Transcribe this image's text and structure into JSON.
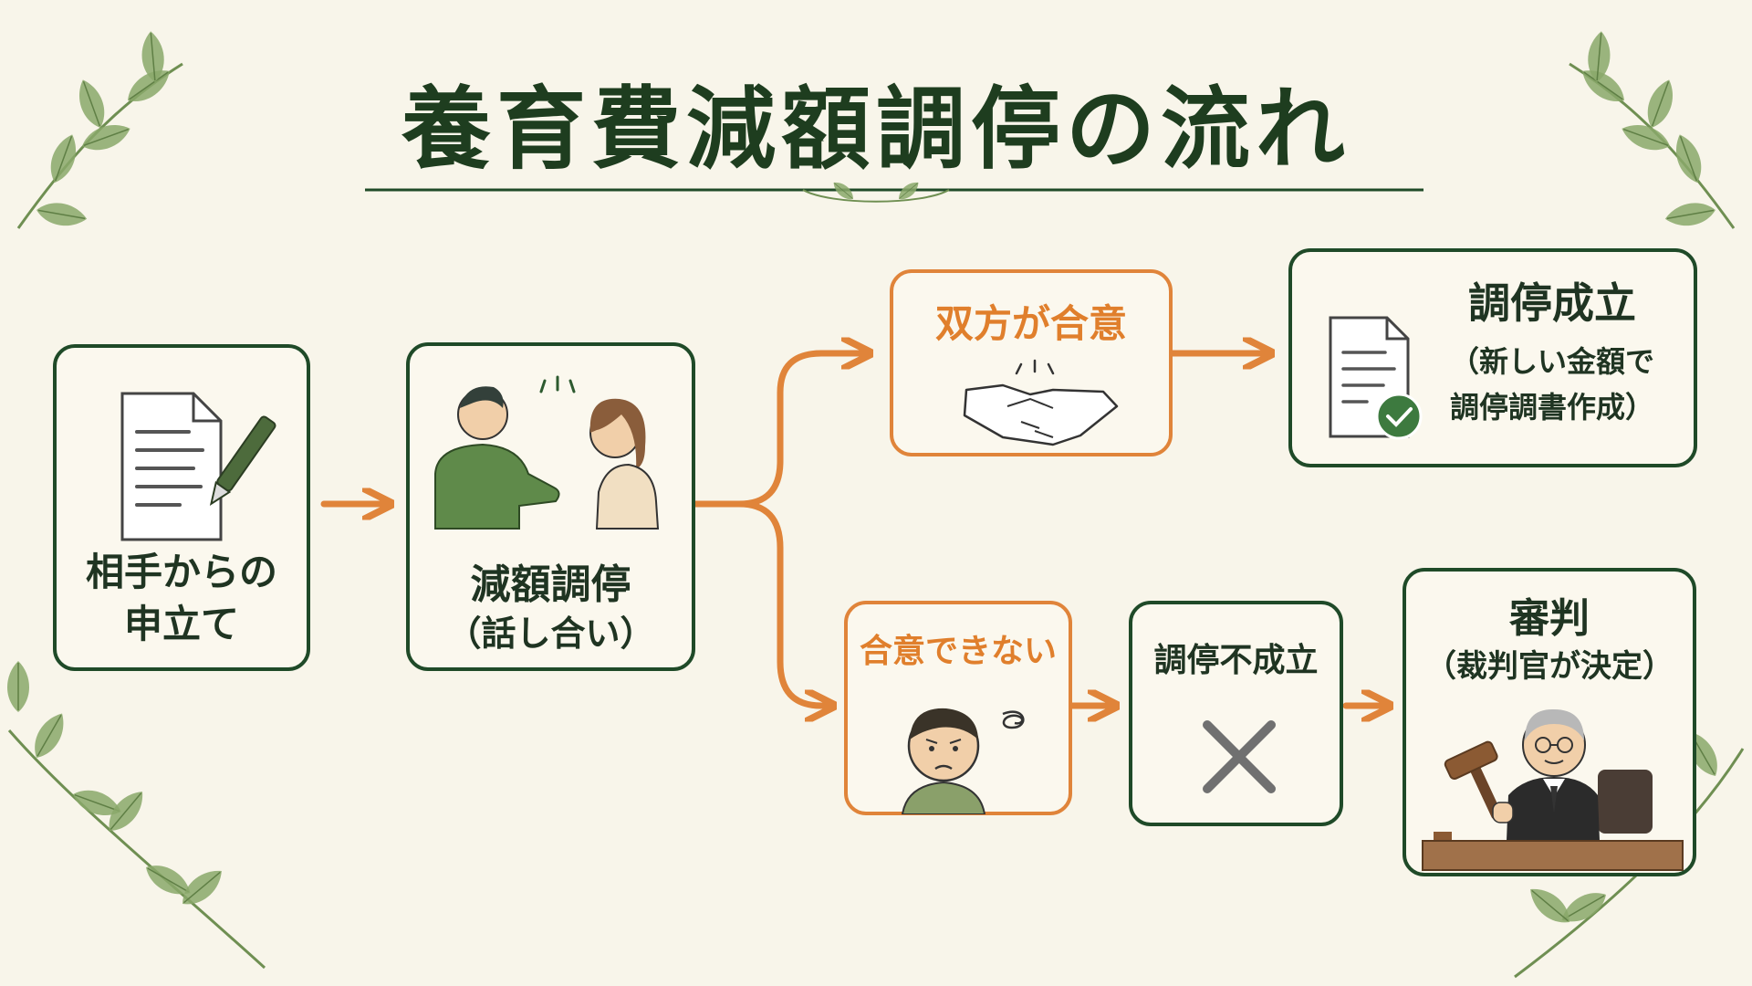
{
  "title": "養育費減額調停の流れ",
  "nodes": {
    "application": {
      "line1": "相手からの",
      "line2": "申立て"
    },
    "mediation": {
      "line1": "減額調停",
      "line2": "（話し合い）"
    },
    "agree": {
      "label": "双方が合意"
    },
    "success": {
      "line1": "調停成立",
      "line2": "（新しい金額で",
      "line3": "調停調書作成）"
    },
    "disagree": {
      "label": "合意できない"
    },
    "fail": {
      "label": "調停不成立"
    },
    "judgment": {
      "line1": "審判",
      "line2": "（裁判官が決定）"
    }
  },
  "colors": {
    "green": "#1f4a28",
    "orange": "#e0843a",
    "leaf": "#7d9b5c",
    "background": "#f8f5ea"
  }
}
